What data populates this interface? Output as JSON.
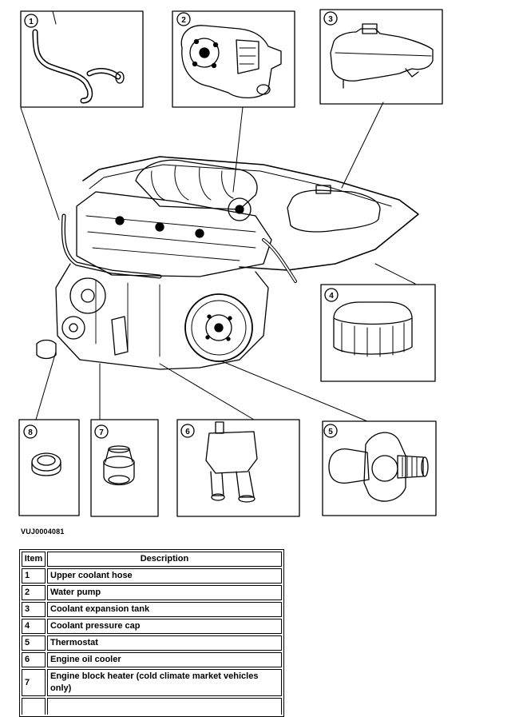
{
  "callouts": [
    "1",
    "2",
    "3",
    "4",
    "5",
    "6",
    "7",
    "8"
  ],
  "figure_code": "VUJ0004081",
  "table": {
    "headers": [
      "Item",
      "Description"
    ],
    "rows": [
      {
        "item": "1",
        "description": "Upper coolant hose"
      },
      {
        "item": "2",
        "description": "Water pump"
      },
      {
        "item": "3",
        "description": "Coolant expansion tank"
      },
      {
        "item": "4",
        "description": "Coolant pressure cap"
      },
      {
        "item": "5",
        "description": "Thermostat"
      },
      {
        "item": "6",
        "description": "Engine oil cooler"
      },
      {
        "item": "7",
        "description": "Engine block heater (cold climate market vehicles only)"
      },
      {
        "item": "",
        "description": ""
      }
    ]
  }
}
